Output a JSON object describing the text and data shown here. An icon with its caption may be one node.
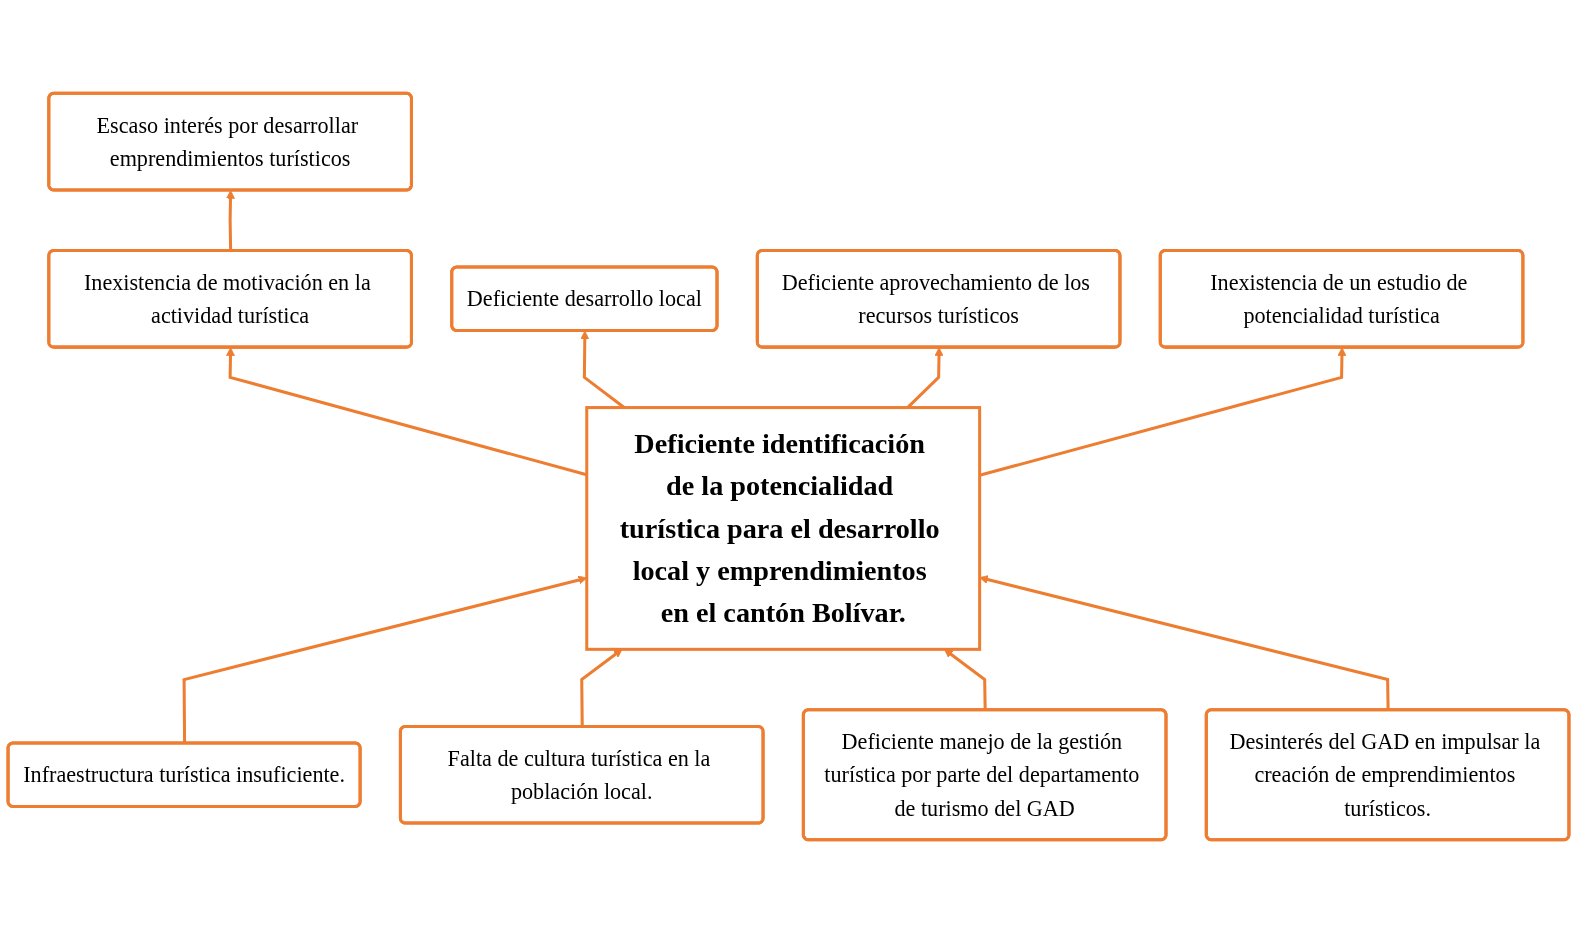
{
  "diagram": {
    "nodes": [
      {
        "text": [
          "Escaso interés por desarrollar emprendimientos turísticos"
        ]
      },
      {
        "text": [
          "Inexistencia de motivación en la actividad turística"
        ]
      },
      {
        "text": [
          "Deficiente desarrollo local"
        ]
      },
      {
        "text": [
          "Deficiente aprovechamiento de los recursos turísticos"
        ]
      },
      {
        "text": [
          "Inexistencia de un estudio de potencialidad turística"
        ]
      },
      {
        "text": [
          "Deficiente identificación de la potencialidad turística para el desarrollo local y emprendimientos en el cantón Bolívar."
        ]
      },
      {
        "text": [
          "Infraestructura turística insuficiente."
        ]
      },
      {
        "text": [
          "Deficiente manejo de la gestión turística por parte del departamento de turismo del GAD"
        ]
      },
      {
        "text": [
          "Desinterés del GAD en impulsar la creación de emprendimientos turísticos."
        ]
      },
      {
        "text": [
          "Falta de cultura turística en la población local."
        ]
      }
    ],
    "edges": [
      {
        "from": 1,
        "to": 0,
        "arrow": "to"
      },
      {
        "from": 5,
        "to": 3,
        "arrow": "to"
      },
      {
        "from": 5,
        "to": 1,
        "arrow": "to"
      },
      {
        "from": 5,
        "to": 4,
        "arrow": "to"
      },
      {
        "from": 5,
        "to": 2,
        "arrow": "to"
      },
      {
        "from": 6,
        "to": 5,
        "arrow": "to"
      },
      {
        "from": 9,
        "to": 5,
        "arrow": "to"
      },
      {
        "from": 7,
        "to": 5,
        "arrow": "to"
      },
      {
        "from": 8,
        "to": 5,
        "arrow": "to"
      }
    ]
  }
}
